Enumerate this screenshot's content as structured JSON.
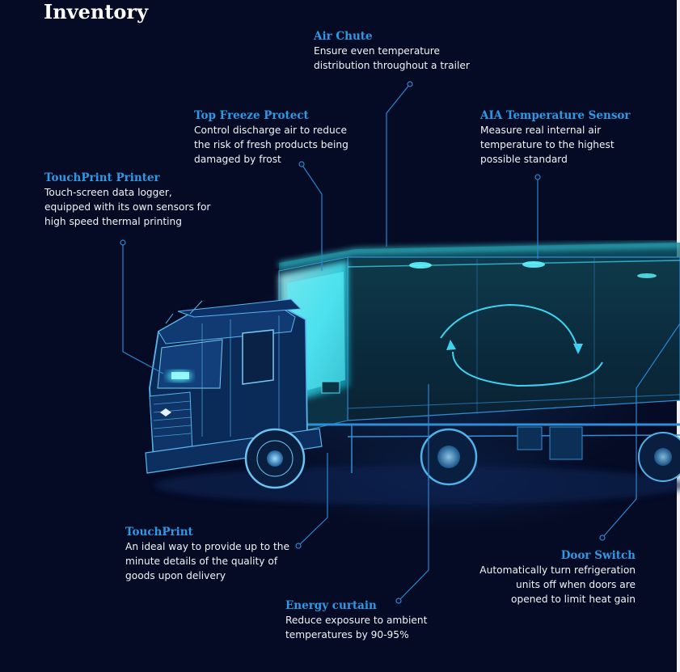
{
  "title": "Inventory",
  "colors": {
    "background": "#050b24",
    "heading": "#2e9ae6",
    "wireframe": "#2f8fd6",
    "glow": "#3ff0ff",
    "text": "#f2f4f8"
  },
  "callouts": {
    "air_chute": {
      "title": "Air Chute",
      "description": "Ensure even temperature distribution throughout a trailer"
    },
    "top_freeze": {
      "title": "Top Freeze Protect",
      "description": "Control discharge air to reduce the risk of fresh products being damaged by frost"
    },
    "aia_sensor": {
      "title": "AIA Temperature Sensor",
      "description": "Measure real internal air temperature to the highest possible standard"
    },
    "touchprint_printer": {
      "title": "TouchPrint Printer",
      "description": "Touch-screen data logger, equipped with its own sensors for high speed thermal printing"
    },
    "touchprint": {
      "title": "TouchPrint",
      "description": "An ideal way to provide up to the minute details of the quality of goods upon delivery"
    },
    "door_switch": {
      "title": "Door Switch",
      "description": "Automatically turn refrigeration units off when doors are opened to limit heat gain"
    },
    "energy_curtain": {
      "title": "Energy curtain",
      "description": "Reduce exposure to ambient temperatures by 90-95%"
    }
  }
}
